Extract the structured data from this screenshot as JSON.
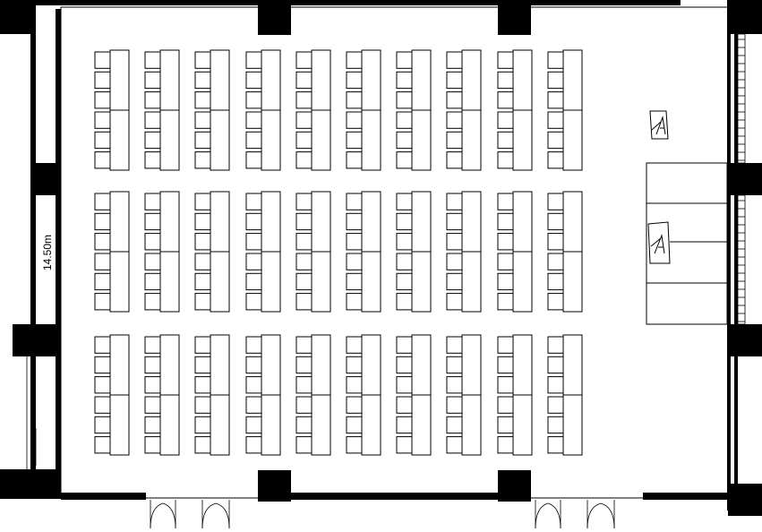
{
  "plan": {
    "dimension_label": "14.50m",
    "lectern_icon": "lectern-icon",
    "colors": {
      "wall": "#000000",
      "line": "#000000",
      "floor": "#ffffff"
    }
  },
  "seating": {
    "blocks": 3,
    "columns_per_block": 10,
    "desks_per_column": 2,
    "chairs_per_desk": 3,
    "total_seats": 180
  }
}
